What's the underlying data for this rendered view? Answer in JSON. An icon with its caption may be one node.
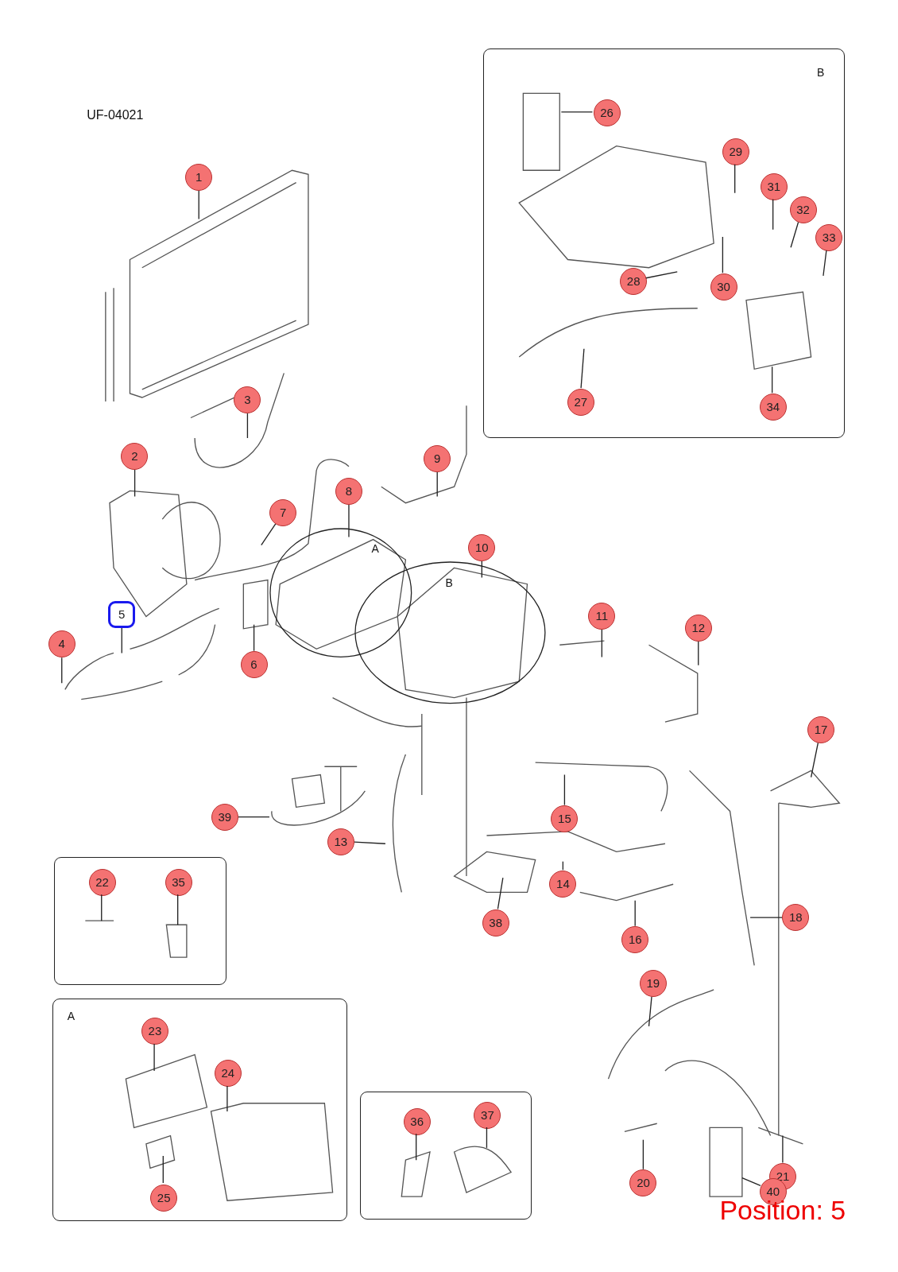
{
  "diagram": {
    "nodes": [
      {
        "text": [
          "B"
        ]
      },
      {
        "text": [
          "26"
        ],
        "in": 0
      },
      {
        "text": [
          "29"
        ],
        "in": 0
      },
      {
        "text": [
          "31"
        ],
        "in": 0
      },
      {
        "text": [
          "32"
        ],
        "in": 0
      },
      {
        "text": [
          "33"
        ],
        "in": 0
      },
      {
        "text": [
          "28"
        ],
        "in": 0
      },
      {
        "text": [
          "30"
        ],
        "in": 0
      },
      {
        "text": [
          "27"
        ],
        "in": 0
      },
      {
        "text": [
          "34"
        ],
        "in": 0
      },
      {
        "text": [
          "1"
        ]
      },
      {
        "text": [
          "3"
        ]
      },
      {
        "text": [
          "2"
        ]
      },
      {
        "text": [
          "9"
        ]
      },
      {
        "text": [
          "7"
        ]
      },
      {
        "text": [
          "8"
        ]
      },
      {
        "text": [
          "A"
        ]
      },
      {
        "text": [
          "10"
        ]
      },
      {
        "text": [
          "B"
        ]
      },
      {
        "text": [
          "5"
        ]
      },
      {
        "text": [
          "4"
        ]
      },
      {
        "text": [
          "11"
        ]
      },
      {
        "text": [
          "12"
        ]
      },
      {
        "text": [
          "6"
        ]
      },
      {
        "text": [
          "17"
        ]
      },
      {
        "text": [
          "39"
        ]
      },
      {
        "text": [
          "13"
        ]
      },
      {
        "text": [
          "15"
        ]
      },
      {
        "text": [
          "14"
        ]
      },
      {
        "text": [
          "38"
        ]
      },
      {
        "text": [
          "18"
        ]
      },
      {
        "text": [
          "16"
        ]
      },
      {
        "text": [],
        "shape": "box"
      },
      {
        "text": [
          "22"
        ],
        "in": 32
      },
      {
        "text": [
          "35"
        ],
        "in": 32
      },
      {
        "text": [
          "A"
        ]
      },
      {
        "text": [
          "23"
        ],
        "in": 35
      },
      {
        "text": [
          "24"
        ],
        "in": 35
      },
      {
        "text": [
          "25"
        ],
        "in": 35
      },
      {
        "text": [],
        "shape": "box"
      },
      {
        "text": [
          "36"
        ],
        "in": 39
      },
      {
        "text": [
          "37"
        ],
        "in": 39
      },
      {
        "text": [
          "19"
        ]
      },
      {
        "text": [
          "20"
        ]
      },
      {
        "text": [
          "21"
        ]
      },
      {
        "text": [
          "40"
        ]
      }
    ],
    "edges": [
      {
        "from": 1,
        "to": null,
        "arrow": "none"
      },
      {
        "from": 2,
        "to": null,
        "arrow": "none"
      },
      {
        "from": 3,
        "to": null,
        "arrow": "none"
      },
      {
        "from": 4,
        "to": null,
        "arrow": "none"
      },
      {
        "from": 5,
        "to": null,
        "arrow": "none"
      },
      {
        "from": 6,
        "to": null,
        "arrow": "none"
      },
      {
        "from": 7,
        "to": null,
        "arrow": "none"
      },
      {
        "from": 8,
        "to": null,
        "arrow": "none"
      },
      {
        "from": 9,
        "to": null,
        "arrow": "none"
      },
      {
        "from": 10,
        "to": null,
        "arrow": "none"
      },
      {
        "from": 11,
        "to": null,
        "arrow": "none"
      },
      {
        "from": 12,
        "to": null,
        "arrow": "none"
      },
      {
        "from": 13,
        "to": null,
        "arrow": "none"
      },
      {
        "from": 14,
        "to": null,
        "arrow": "none"
      },
      {
        "from": 15,
        "to": 16,
        "arrow": "none"
      },
      {
        "from": 17,
        "to": 18,
        "arrow": "none"
      },
      {
        "from": 19,
        "to": null,
        "arrow": "none"
      },
      {
        "from": 20,
        "to": null,
        "arrow": "none"
      },
      {
        "from": 21,
        "to": null,
        "arrow": "none"
      },
      {
        "from": 22,
        "to": null,
        "arrow": "none"
      },
      {
        "from": 23,
        "to": null,
        "arrow": "none"
      },
      {
        "from": 24,
        "to": null,
        "arrow": "none"
      },
      {
        "from": 25,
        "to": null,
        "arrow": "none"
      },
      {
        "from": 26,
        "to": null,
        "arrow": "none"
      },
      {
        "from": 27,
        "to": null,
        "arrow": "none"
      },
      {
        "from": 28,
        "to": null,
        "arrow": "none"
      },
      {
        "from": 29,
        "to": null,
        "arrow": "none"
      },
      {
        "from": 30,
        "to": null,
        "arrow": "none"
      },
      {
        "from": 31,
        "to": null,
        "arrow": "none"
      },
      {
        "from": 33,
        "to": null,
        "arrow": "none"
      },
      {
        "from": 34,
        "to": null,
        "arrow": "none"
      },
      {
        "from": 36,
        "to": null,
        "arrow": "none"
      },
      {
        "from": 37,
        "to": null,
        "arrow": "none"
      },
      {
        "from": 38,
        "to": null,
        "arrow": "none"
      },
      {
        "from": 40,
        "to": null,
        "arrow": "none"
      },
      {
        "from": 41,
        "to": null,
        "arrow": "none"
      },
      {
        "from": 42,
        "to": null,
        "arrow": "none"
      },
      {
        "from": 43,
        "to": null,
        "arrow": "none"
      },
      {
        "from": 44,
        "to": null,
        "arrow": "none"
      },
      {
        "from": 45,
        "to": null,
        "arrow": "none"
      }
    ],
    "labels": [
      "UF-04021",
      "Position: 5"
    ]
  }
}
